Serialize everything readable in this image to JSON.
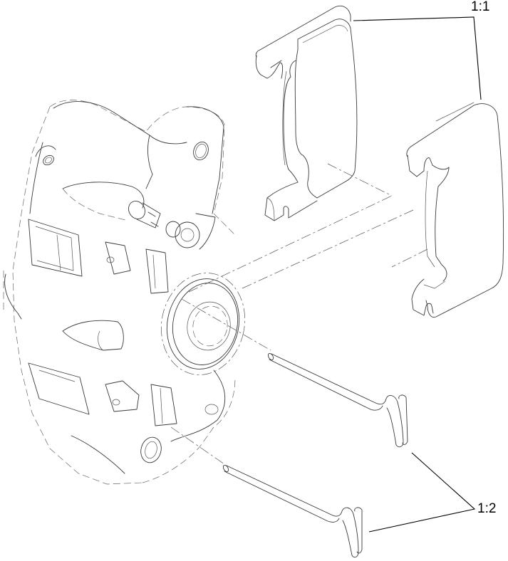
{
  "diagram": {
    "type": "exploded-parts-view",
    "subject": "brake caliper assembly",
    "parts": [
      {
        "id": "caliper-body",
        "description": "brake caliper housing with piston bore, bleed nipple and mounting holes"
      },
      {
        "id": "brake-pad-inner",
        "callout": "1:1"
      },
      {
        "id": "brake-pad-outer",
        "callout": "1:1"
      },
      {
        "id": "retaining-pin-upper",
        "callout": "1:2"
      },
      {
        "id": "retaining-pin-lower",
        "callout": "1:2"
      }
    ],
    "callouts": [
      {
        "label": "1:1",
        "refers_to": "brake pads"
      },
      {
        "label": "1:2",
        "refers_to": "retaining pins"
      }
    ],
    "line_color": "#3a3a3a",
    "background": "#ffffff"
  }
}
